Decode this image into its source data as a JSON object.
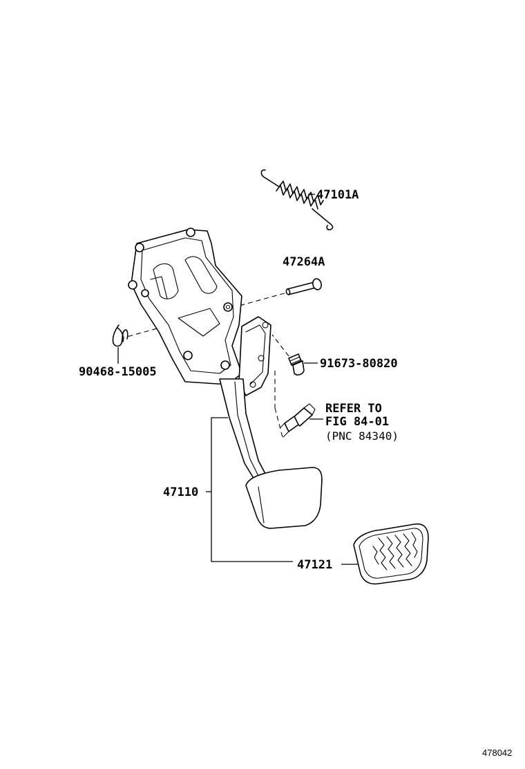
{
  "parts": {
    "return_spring": "47101A",
    "pin": "47264A",
    "clip": "90468-15005",
    "bolt": "91673-80820",
    "pedal_assembly": "47110",
    "pedal_pad": "47121"
  },
  "reference": {
    "line1": "REFER TO",
    "line2": "FIG 84-01",
    "line3": "(PNC 84340)"
  },
  "figure_id": "478042"
}
